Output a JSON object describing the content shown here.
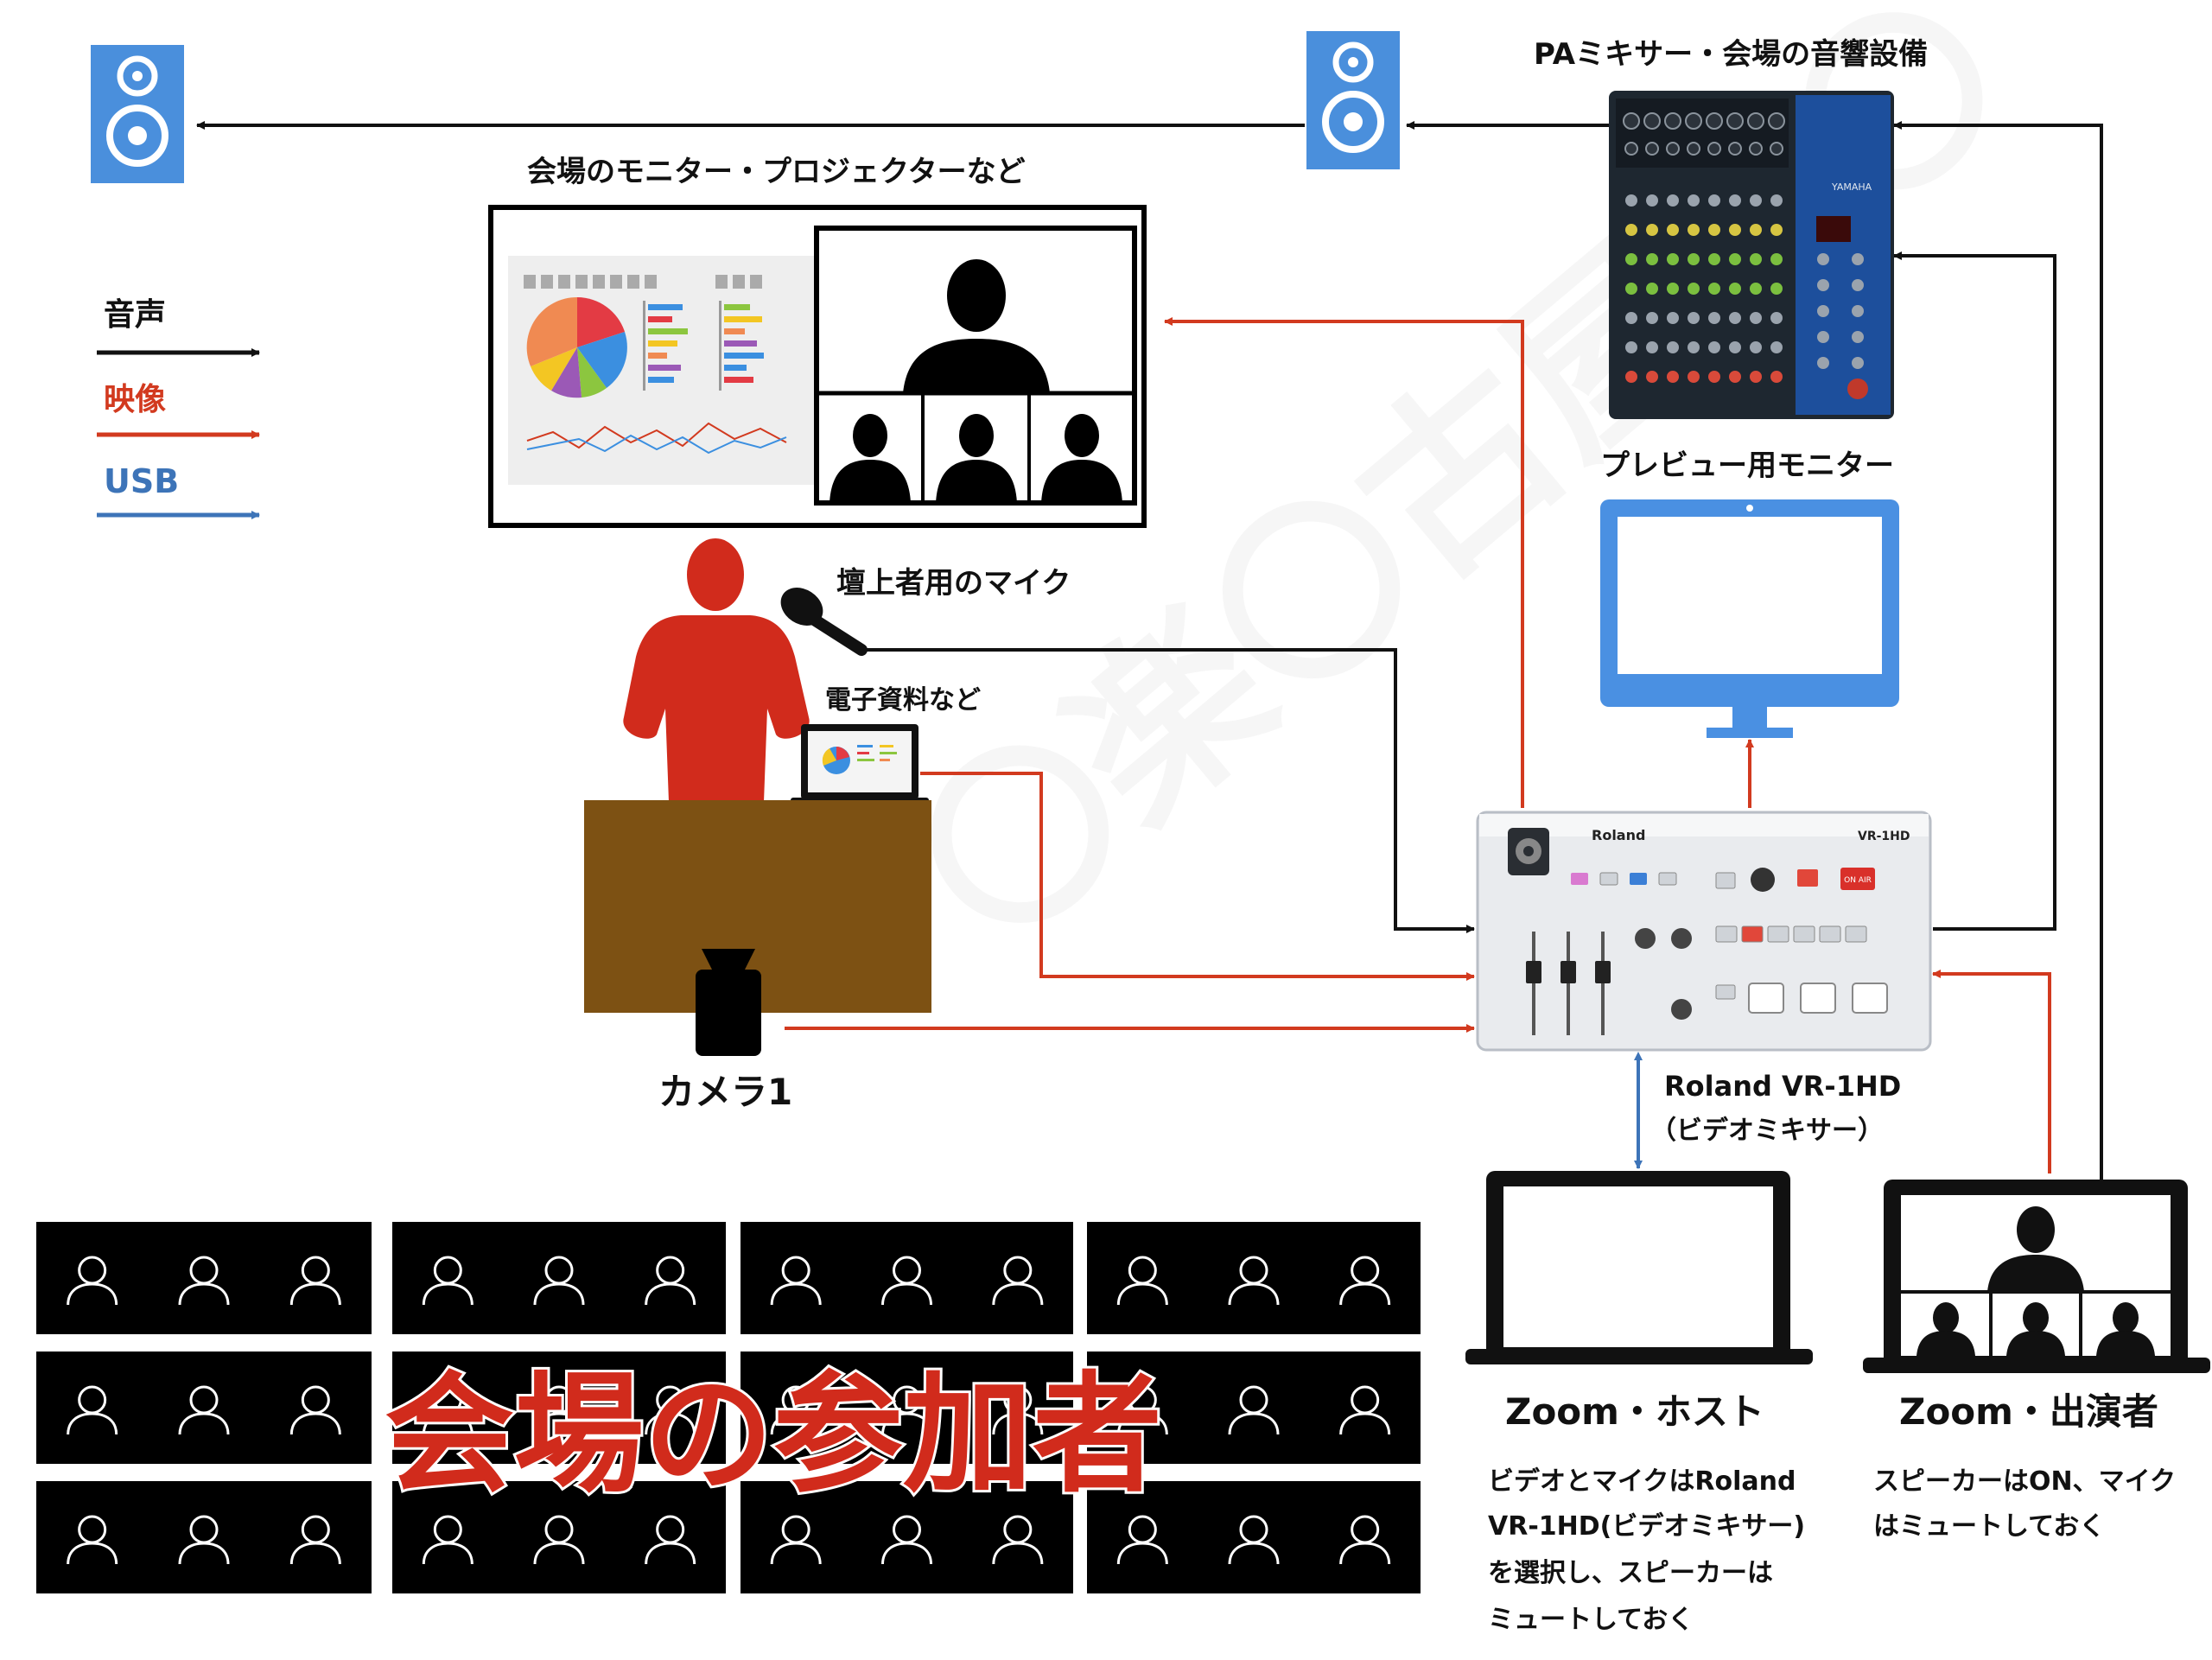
{
  "labels": {
    "pa_mixer": "PAミキサー・会場の音響設備",
    "venue_monitor": "会場のモニター・プロジェクターなど",
    "preview_monitor": "プレビュー用モニター",
    "mic": "壇上者用のマイク",
    "docs": "電子資料など",
    "camera": "カメラ1",
    "mixer_name": "Roland VR-1HD",
    "mixer_sub": "（ビデオミキサー）",
    "zoom_host": "Zoom・ホスト",
    "zoom_host_note": [
      "ビデオとマイクはRoland",
      "VR-1HD(ビデオミキサー)",
      "を選択し、スピーカーは",
      "ミュートしておく"
    ],
    "zoom_guest": "Zoom・出演者",
    "zoom_guest_note": [
      "スピーカーはON、マイク",
      "はミュートしておく"
    ],
    "audience": "会場の参加者"
  },
  "legend": [
    {
      "label": "音声",
      "color": "#111111"
    },
    {
      "label": "映像",
      "color": "#d23a1f"
    },
    {
      "label": "USB",
      "color": "#3d74b8"
    }
  ],
  "device_text": {
    "roland_brand": "Roland",
    "roland_model": "VR-1HD",
    "yamaha_brand": "YAMAHA",
    "on_air": "ON AIR"
  },
  "colors": {
    "audio": "#111111",
    "video": "#d23a1f",
    "usb": "#3d74b8",
    "speaker_blue": "#4a8fdc",
    "monitor_blue": "#4a90e2",
    "presenter_red": "#d12b1c",
    "podium_brown": "#7d5113"
  }
}
